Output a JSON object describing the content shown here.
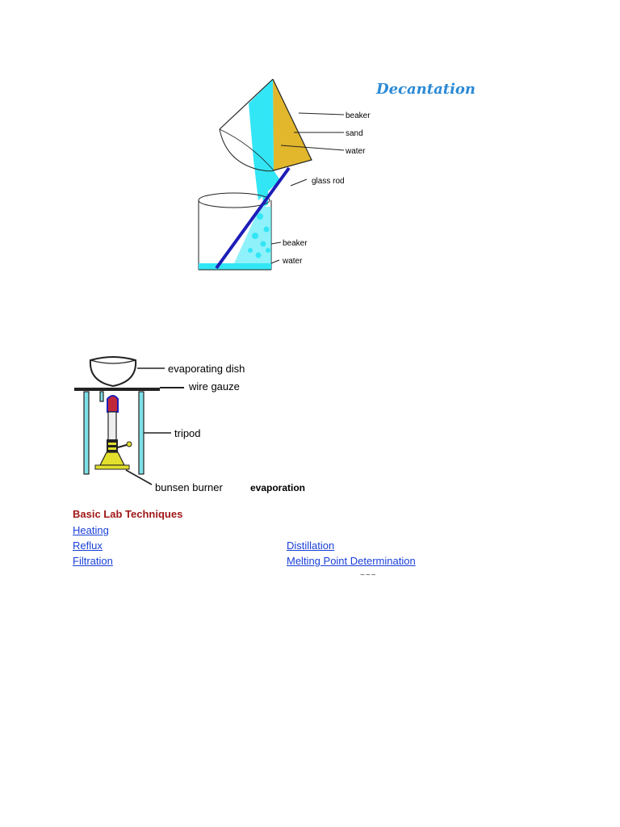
{
  "decantation": {
    "title": "Decantation",
    "labels": {
      "beaker_top": "beaker",
      "sand": "sand",
      "water_top": "water",
      "glass_rod": "glass rod",
      "beaker_bottom": "beaker",
      "water_bottom": "water"
    }
  },
  "evaporation": {
    "labels": {
      "dish": "evaporating dish",
      "gauze": "wire gauze",
      "tripod": "tripod",
      "burner": "bunsen burner",
      "caption": "evaporation"
    }
  },
  "techniques": {
    "title": "Basic Lab Techniques",
    "links": {
      "heating": "Heating",
      "reflux": "Reflux",
      "filtration": "Filtration",
      "distillation": "Distillation",
      "melting_point": "Melting Point Determination"
    },
    "separator": "~~~"
  },
  "colors": {
    "accent_title": "#2b8ad6",
    "section_title": "#a01818",
    "link": "#1a3fd8",
    "water": "#33e6f5",
    "sand": "#e2b72c",
    "glass_rod": "#1d1db8"
  }
}
